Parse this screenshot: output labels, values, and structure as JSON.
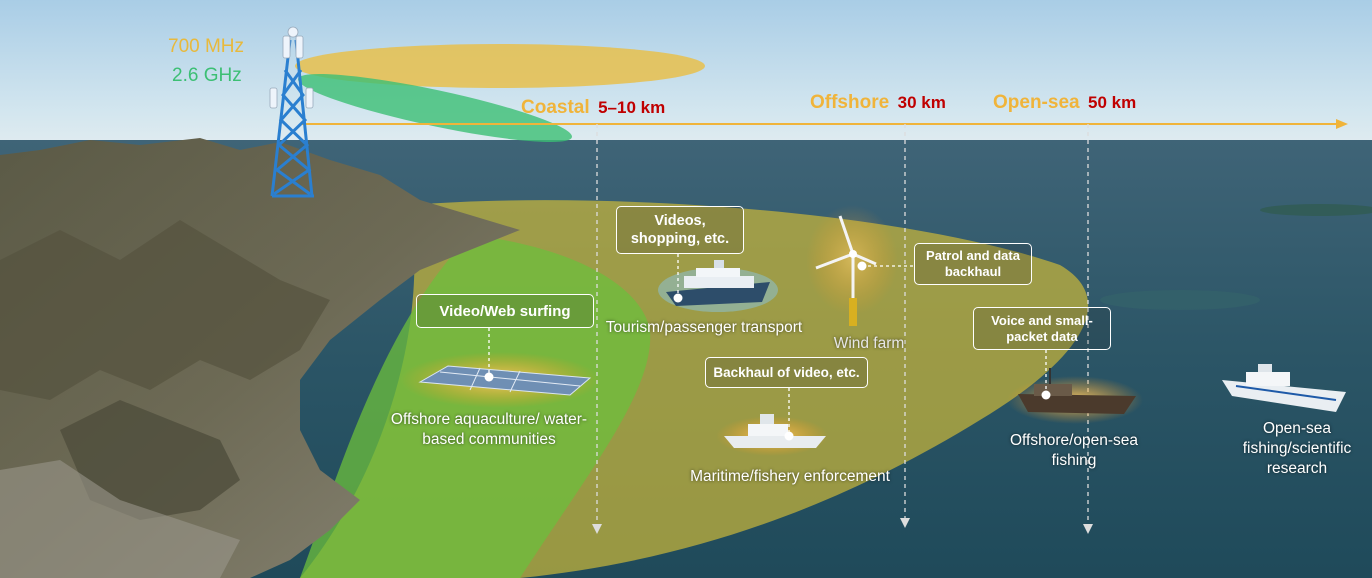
{
  "frequencies": {
    "band_700": "700 MHz",
    "band_26": "2.6 GHz"
  },
  "colors": {
    "band_700": "#e8b93c",
    "band_26": "#3cbf74",
    "zone_label": "#f0b43a",
    "distance": "#c00000"
  },
  "zones": [
    {
      "name": "Coastal",
      "distance": "5–10 km"
    },
    {
      "name": "Offshore",
      "distance": "30 km"
    },
    {
      "name": "Open-sea",
      "distance": "50 km"
    }
  ],
  "services": {
    "video_web": "Video/Web surfing",
    "videos_shopping": "Videos, shopping, etc.",
    "patrol_backhaul": "Patrol and data backhaul",
    "backhaul_video": "Backhaul of video, etc.",
    "voice_small": "Voice and small-packet data"
  },
  "scenarios": {
    "aquaculture": "Offshore aquaculture/ water-based communities",
    "tourism": "Tourism/passenger transport",
    "wind_farm": "Wind farm",
    "enforcement": "Maritime/fishery enforcement",
    "offshore_fishing": "Offshore/open-sea fishing",
    "research": "Open-sea fishing/scientific research"
  },
  "icons": [
    "cell-tower-icon",
    "wind-turbine-icon",
    "cruise-ship-icon",
    "patrol-boat-icon",
    "fishing-boat-icon",
    "research-vessel-icon",
    "solar-raft-icon"
  ]
}
